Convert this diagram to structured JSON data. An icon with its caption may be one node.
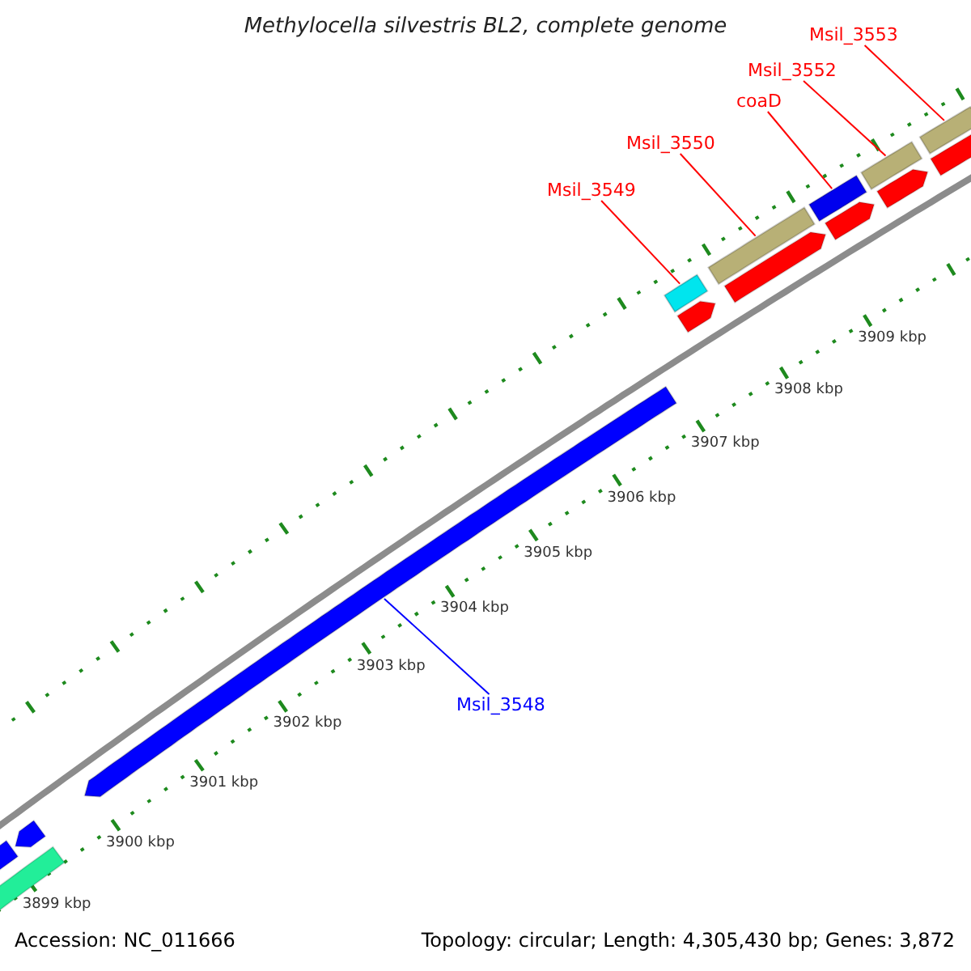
{
  "diagram": {
    "title": "Methylocella silvestris BL2, complete genome",
    "nodes": [
      {
        "text": [
          "Msil_3549"
        ]
      },
      {
        "text": [],
        "shape": "bar"
      },
      {
        "text": [
          "Msil_3550"
        ]
      },
      {
        "text": [],
        "shape": "bar"
      },
      {
        "text": [
          "coaD"
        ]
      },
      {
        "text": [],
        "shape": "bar"
      },
      {
        "text": [
          "Msil_3552"
        ]
      },
      {
        "text": [],
        "shape": "bar"
      },
      {
        "text": [
          "Msil_3553"
        ]
      },
      {
        "text": [],
        "shape": "bar"
      },
      {
        "text": [
          "Msil_3548"
        ]
      },
      {
        "text": [],
        "shape": "bar"
      }
    ],
    "edges": [
      {
        "from": 0,
        "to": 1,
        "arrow": "none"
      },
      {
        "from": 2,
        "to": 3,
        "arrow": "none"
      },
      {
        "from": 4,
        "to": 5,
        "arrow": "none"
      },
      {
        "from": 6,
        "to": 7,
        "arrow": "none"
      },
      {
        "from": 8,
        "to": 9,
        "arrow": "none"
      },
      {
        "from": 10,
        "to": 11,
        "arrow": "none",
        "color": "#0000ff"
      }
    ],
    "labels": [
      "3909 kbp",
      "3908 kbp",
      "3907 kbp",
      "3906 kbp",
      "3905 kbp",
      "3904 kbp",
      "3903 kbp",
      "3902 kbp",
      "3901 kbp",
      "3900 kbp",
      "3899 kbp",
      "Accession: NC_011666",
      "Topology: circular; Length: 4,305,430 bp; Genes: 3,872"
    ]
  }
}
